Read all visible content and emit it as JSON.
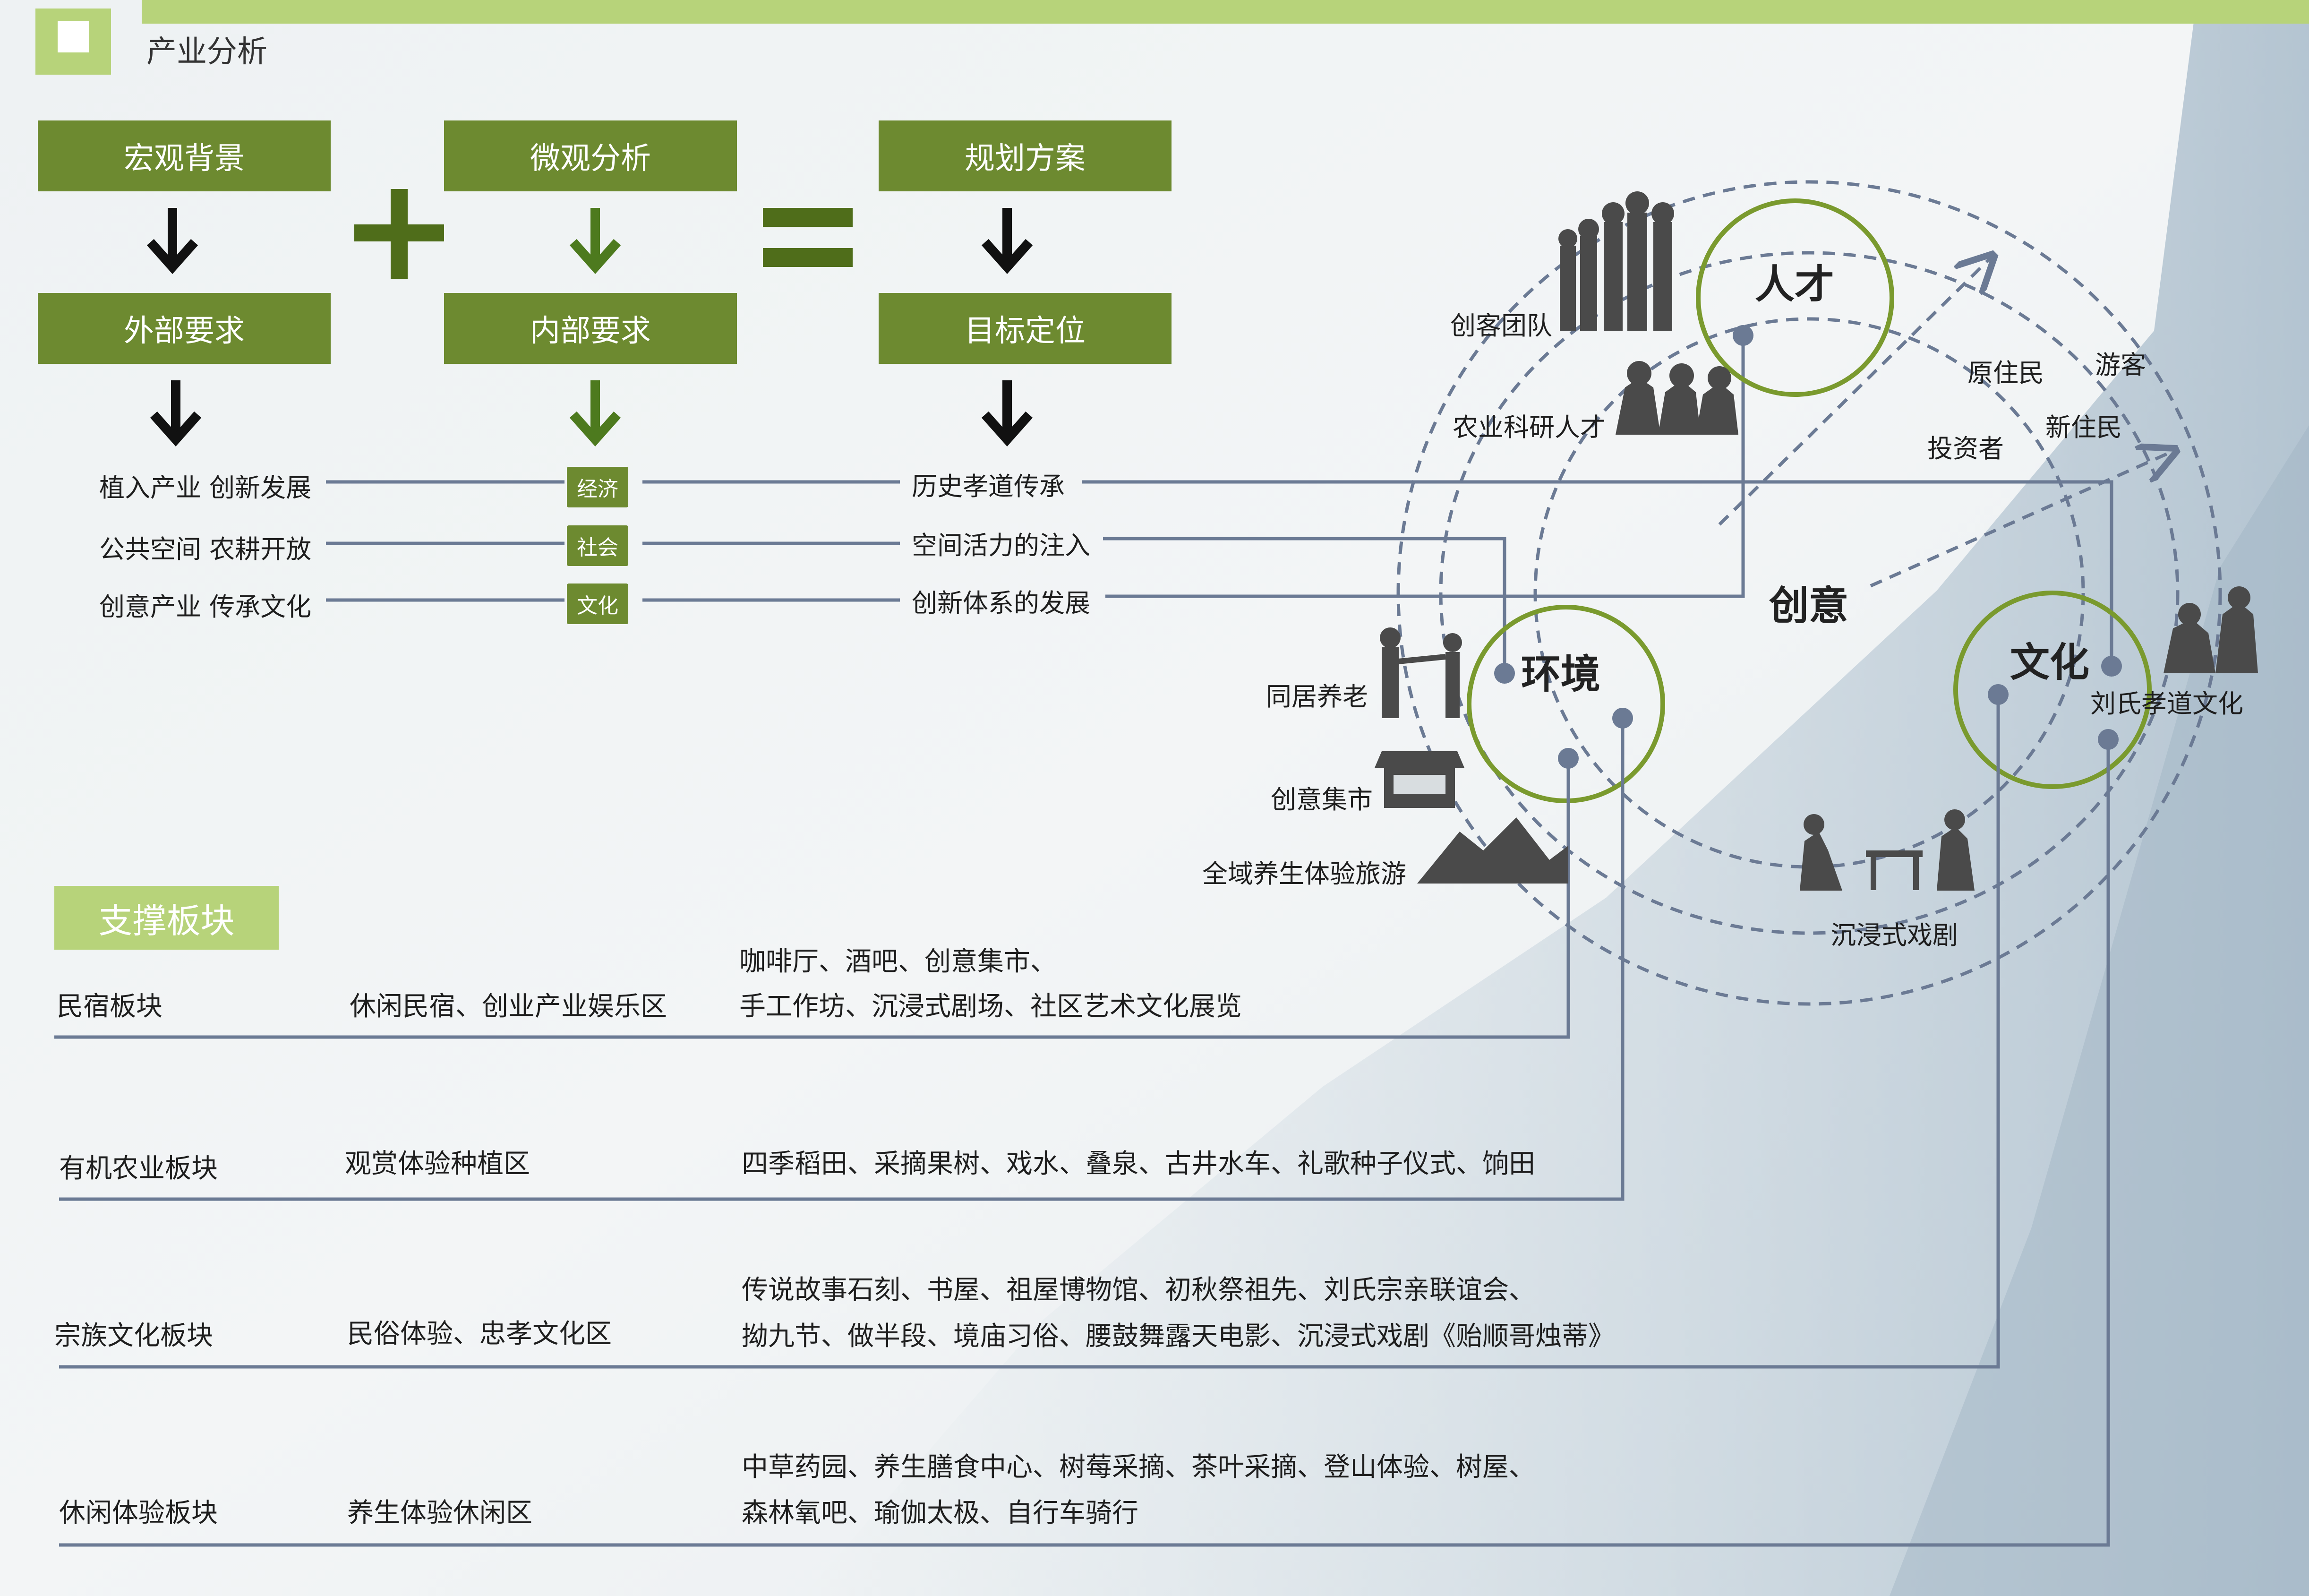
{
  "header": {
    "title": "产业分析"
  },
  "flow": {
    "top_boxes": [
      "宏观背景",
      "微观分析",
      "规划方案"
    ],
    "mid_boxes": [
      "外部要求",
      "内部要求",
      "目标定位"
    ],
    "plus_symbol": "+",
    "equals_symbol": "=",
    "left_items": [
      "植入产业 创新发展",
      "公共空间 农耕开放",
      "创意产业 传承文化"
    ],
    "tags": [
      "经济",
      "社会",
      "文化"
    ],
    "right_items": [
      "历史孝道传承",
      "空间活力的注入",
      "创新体系的发展"
    ]
  },
  "circle_diagram": {
    "center": "创意",
    "nodes": [
      "人才",
      "环境",
      "文化"
    ],
    "labels": {
      "maker_team": "创客团队",
      "agri_talent": "农业科研人才",
      "native": "原住民",
      "tourist": "游客",
      "new_resident": "新住民",
      "investor": "投资者",
      "liu_culture": "刘氏孝道文化",
      "cohabit_elderly": "同居养老",
      "creative_market": "创意集市",
      "wellness_tour": "全域养生体验旅游",
      "immersive_drama": "沉浸式戏剧"
    }
  },
  "support": {
    "title": "支撑板块",
    "rows": [
      {
        "name": "民宿板块",
        "zone": "休闲民宿、创业产业娱乐区",
        "detail": [
          "咖啡厅、酒吧、创意集市、",
          "手工作坊、沉浸式剧场、社区艺术文化展览"
        ]
      },
      {
        "name": "有机农业板块",
        "zone": "观赏体验种植区",
        "detail": [
          "四季稻田、采摘果树、戏水、叠泉、古井水车、礼歌种子仪式、饷田"
        ]
      },
      {
        "name": "宗族文化板块",
        "zone": "民俗体验、忠孝文化区",
        "detail": [
          "传说故事石刻、书屋、祖屋博物馆、初秋祭祖先、刘氏宗亲联谊会、",
          "拗九节、做半段、境庙习俗、腰鼓舞露天电影、沉浸式戏剧《贻顺哥烛蒂》"
        ]
      },
      {
        "name": "休闲体验板块",
        "zone": "养生体验休闲区",
        "detail": [
          "中草药园、养生膳食中心、树莓采摘、茶叶采摘、登山体验、树屋、",
          "森林氧吧、瑜伽太极、自行车骑行"
        ]
      }
    ]
  },
  "colors": {
    "green": "#6d8a30",
    "light_green": "#b7d37a",
    "line": "#6b7a94",
    "circle": "#7a9a2e"
  }
}
